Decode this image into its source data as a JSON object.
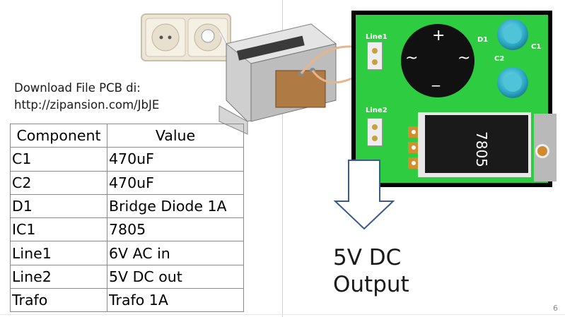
{
  "download": {
    "line1": "Download File PCB di:",
    "line2": "http://zipansion.com/JbJE"
  },
  "table": {
    "headers": [
      "Component",
      "Value"
    ],
    "rows": [
      [
        "C1",
        "470uF"
      ],
      [
        "C2",
        "470uF"
      ],
      [
        "D1",
        "Bridge Diode 1A"
      ],
      [
        "IC1",
        "7805"
      ],
      [
        "Line1",
        "6V AC in"
      ],
      [
        "Line2",
        "5V DC out"
      ],
      [
        "Trafo",
        "Trafo 1A"
      ]
    ]
  },
  "pcb": {
    "line1_label": "Line1",
    "line2_label": "Line2",
    "d1_label": "D1",
    "c1_label": "C1",
    "c2_label": "C2",
    "plus": "+",
    "minus": "_",
    "tilde": "~",
    "regulator": "7805"
  },
  "output": {
    "line1": "5V DC",
    "line2": "Output"
  },
  "page_number": "6",
  "colors": {
    "pcb_green": "#2ecc40",
    "pad_gold": "#d09030",
    "wire": "#e8b48a",
    "arrow": "#3a5a8a"
  }
}
